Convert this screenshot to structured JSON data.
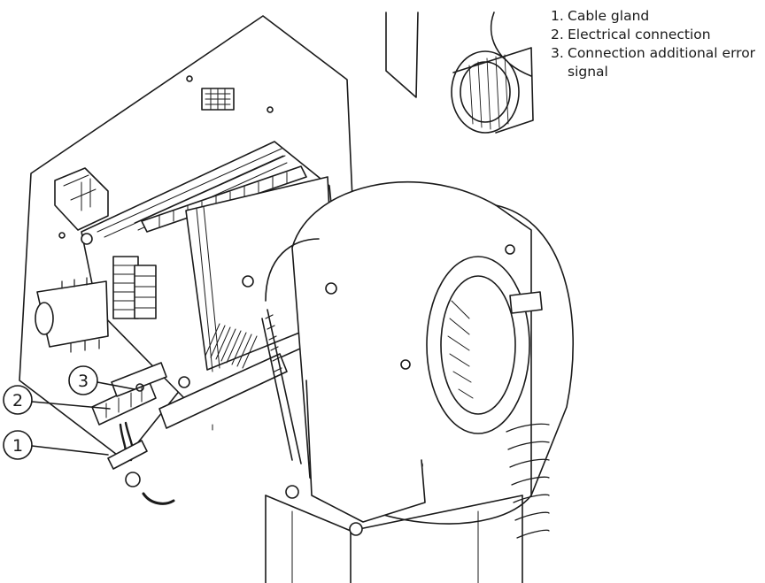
{
  "legend": {
    "items": [
      {
        "number": "1.",
        "label": "Cable gland"
      },
      {
        "number": "2.",
        "label": "Electrical connection"
      },
      {
        "number": "3.",
        "label": "Connection additional error signal"
      }
    ]
  },
  "callouts": [
    {
      "number": "1"
    },
    {
      "number": "2"
    },
    {
      "number": "3"
    }
  ]
}
